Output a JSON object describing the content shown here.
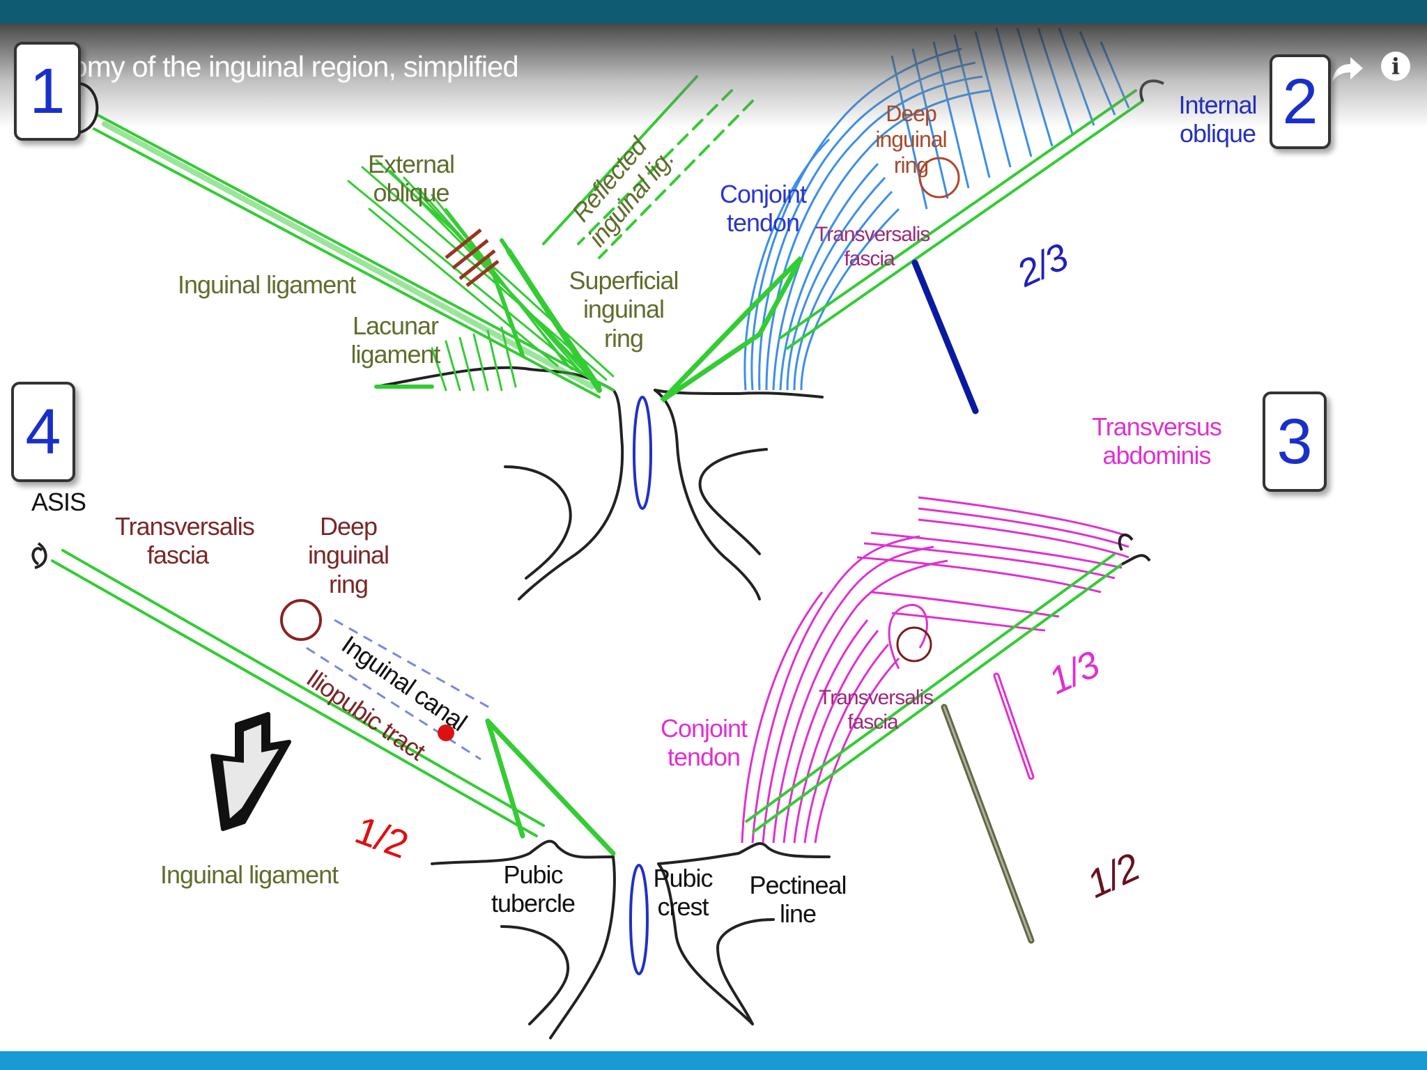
{
  "video": {
    "title": "Anatomy of the inguinal region, simplified",
    "share_icon": "share-arrow-icon",
    "info_label": "i"
  },
  "panels": {
    "p1": "1",
    "p2": "2",
    "p3": "3",
    "p4": "4"
  },
  "labels": {
    "external_oblique": "External oblique",
    "reflected_inguinal_lig": "Reflected inguinal lig.",
    "inguinal_ligament_top": "Inguinal ligament",
    "lacunar_ligament": "Lacunar ligament",
    "superficial_inguinal_ring": "Superficial inguinal ring",
    "conjoint_tendon_top": "Conjoint tendon",
    "deep_inguinal_ring_top": "Deep inguinal ring",
    "transversalis_fascia_top": "Transversalis fascia",
    "internal_oblique": "Internal oblique",
    "fraction_2_3": "2/3",
    "transversus_abdominis": "Transversus abdominis",
    "asis": "ASIS",
    "transversalis_fascia_left": "Transversalis fascia",
    "deep_inguinal_ring_left": "Deep inguinal ring",
    "inguinal_canal": "Inguinal canal",
    "iliopubic_tract": "Iliopubic tract",
    "fraction_1_2_red": "1/2",
    "inguinal_ligament_bottom": "Inguinal ligament",
    "pubic_tubercle": "Pubic tubercle",
    "pubic_crest": "Pubic crest",
    "pectineal_line": "Pectineal line",
    "conjoint_tendon_bottom": "Conjoint tendon",
    "transversalis_fascia_bottom": "Transversalis fascia",
    "fraction_1_3": "1/3",
    "fraction_1_2_darkred": "1/2"
  },
  "colors": {
    "top_bar": "#0f5b72",
    "bottom_bar": "#1a9ad2",
    "ligament_green": "#33cc33",
    "internal_oblique_blue": "#3a8fe8",
    "transversus_magenta": "#e030d0",
    "panel_number_blue": "#1a2fc8",
    "bone_outline": "#222222"
  }
}
